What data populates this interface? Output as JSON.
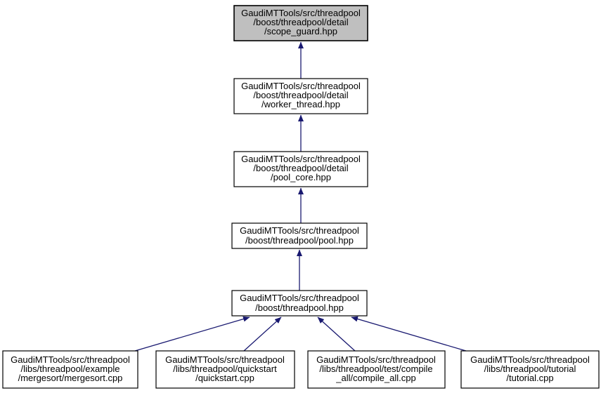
{
  "graph": {
    "kind": "include-dependency-graph",
    "colors": {
      "background": "#ffffff",
      "border": "#000000",
      "text": "#000000",
      "node_fill": "#ffffff",
      "highlight_fill": "#bfbfbf",
      "arrow": "#191970"
    },
    "nodes": [
      {
        "id": "scope_guard.hpp",
        "highlighted": true,
        "lines": [
          "GaudiMTTools/src/threadpool",
          "/boost/threadpool/detail",
          "/scope_guard.hpp"
        ]
      },
      {
        "id": "worker_thread.hpp",
        "highlighted": false,
        "lines": [
          "GaudiMTTools/src/threadpool",
          "/boost/threadpool/detail",
          "/worker_thread.hpp"
        ]
      },
      {
        "id": "pool_core.hpp",
        "highlighted": false,
        "lines": [
          "GaudiMTTools/src/threadpool",
          "/boost/threadpool/detail",
          "/pool_core.hpp"
        ]
      },
      {
        "id": "pool.hpp",
        "highlighted": false,
        "lines": [
          "GaudiMTTools/src/threadpool",
          "/boost/threadpool/pool.hpp"
        ]
      },
      {
        "id": "threadpool.hpp",
        "highlighted": false,
        "lines": [
          "GaudiMTTools/src/threadpool",
          "/boost/threadpool.hpp"
        ]
      },
      {
        "id": "mergesort.cpp",
        "highlighted": false,
        "lines": [
          "GaudiMTTools/src/threadpool",
          "/libs/threadpool/example",
          "/mergesort/mergesort.cpp"
        ]
      },
      {
        "id": "quickstart.cpp",
        "highlighted": false,
        "lines": [
          "GaudiMTTools/src/threadpool",
          "/libs/threadpool/quickstart",
          "/quickstart.cpp"
        ]
      },
      {
        "id": "compile_all.cpp",
        "highlighted": false,
        "lines": [
          "GaudiMTTools/src/threadpool",
          "/libs/threadpool/test/compile",
          "_all/compile_all.cpp"
        ]
      },
      {
        "id": "tutorial.cpp",
        "highlighted": false,
        "lines": [
          "GaudiMTTools/src/threadpool",
          "/libs/threadpool/tutorial",
          "/tutorial.cpp"
        ]
      }
    ],
    "edges": [
      {
        "from": "worker_thread.hpp",
        "to": "scope_guard.hpp"
      },
      {
        "from": "pool_core.hpp",
        "to": "worker_thread.hpp"
      },
      {
        "from": "pool.hpp",
        "to": "pool_core.hpp"
      },
      {
        "from": "threadpool.hpp",
        "to": "pool.hpp"
      },
      {
        "from": "mergesort.cpp",
        "to": "threadpool.hpp"
      },
      {
        "from": "quickstart.cpp",
        "to": "threadpool.hpp"
      },
      {
        "from": "compile_all.cpp",
        "to": "threadpool.hpp"
      },
      {
        "from": "tutorial.cpp",
        "to": "threadpool.hpp"
      }
    ]
  }
}
